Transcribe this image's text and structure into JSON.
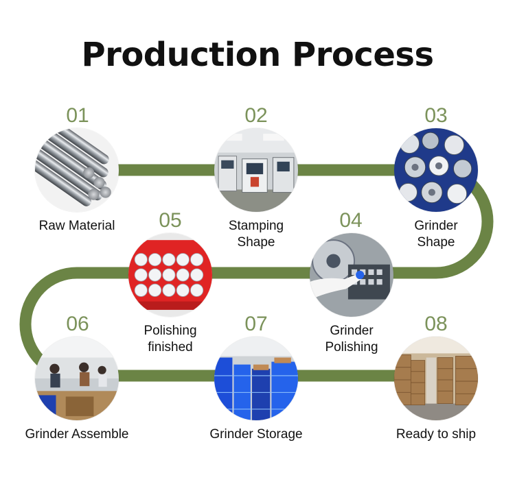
{
  "title": "Production Process",
  "colors": {
    "accent": "#7b925a",
    "track": "#6b8445",
    "text": "#111111"
  },
  "steps": [
    {
      "num": "01",
      "label": "Raw Material",
      "image": "steel-rods-photo"
    },
    {
      "num": "02",
      "label": "Stamping Shape",
      "image": "stamping-machines-photo"
    },
    {
      "num": "03",
      "label": "Grinder Shape",
      "image": "grinder-parts-photo"
    },
    {
      "num": "04",
      "label": "Grinder Polishing",
      "image": "polishing-work-photo"
    },
    {
      "num": "05",
      "label": "Polishing finished",
      "image": "finished-parts-crate-photo"
    },
    {
      "num": "06",
      "label": "Grinder Assemble",
      "image": "assembly-line-photo"
    },
    {
      "num": "07",
      "label": "Grinder Storage",
      "image": "storage-crates-photo"
    },
    {
      "num": "08",
      "label": "Ready to ship",
      "image": "warehouse-boxes-photo"
    }
  ]
}
